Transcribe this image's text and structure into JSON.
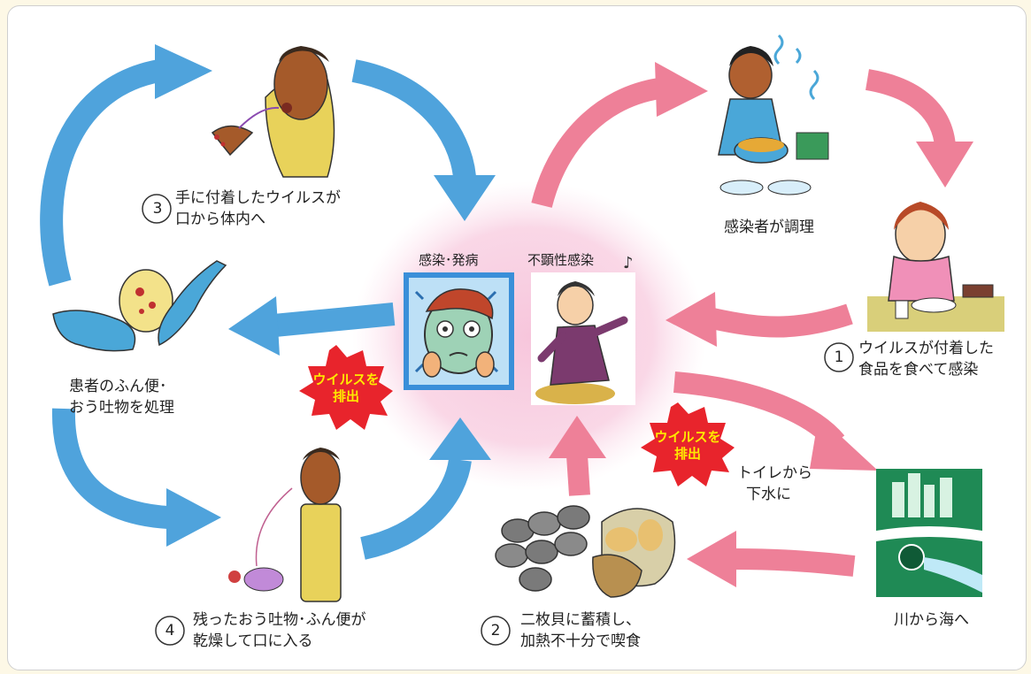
{
  "center": {
    "sick_label": "感染･発病",
    "carrier_label": "不顕性感染"
  },
  "steps": {
    "s3_number": "3",
    "s3_line1": "手に付着したウイルスが",
    "s3_line2": "口から体内へ",
    "s1_number": "1",
    "s1_line1": "ウイルスが付着した",
    "s1_line2": "食品を食べて感染",
    "s4_number": "4",
    "s4_line1": "残ったおう吐物･ふん便が",
    "s4_line2": "乾燥して口に入る",
    "s2_number": "2",
    "s2_line1": "二枚貝に蓄積し、",
    "s2_line2": "加熱不十分で喫食"
  },
  "labels": {
    "cook": "感染者が調理",
    "patient_line1": "患者のふん便･",
    "patient_line2": "おう吐物を処理",
    "toilet_line1": "トイレから",
    "toilet_line2": "下水に",
    "river": "川から海へ"
  },
  "bursts": {
    "left_line1": "ウイルスを",
    "left_line2": "排出",
    "right_line1": "ウイルスを",
    "right_line2": "排出"
  },
  "colors": {
    "blue_arrow": "#4fa3dc",
    "pink_arrow": "#ee8098",
    "center_glow": "#f7c6dc",
    "burst_red": "#e8242c",
    "burst_text": "#ffe900"
  }
}
